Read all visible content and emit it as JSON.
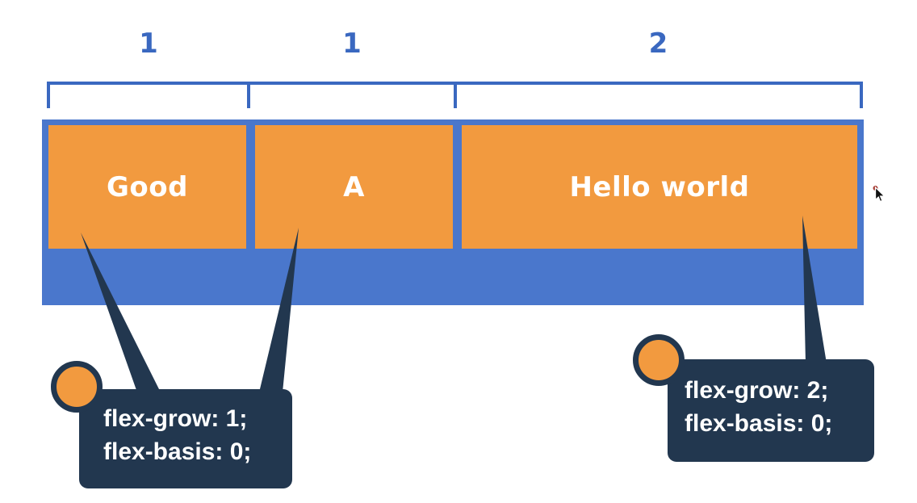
{
  "slide": {
    "description": "flexbox flex-grow / flex-basis demo diagram",
    "brackets": [
      {
        "label": "1"
      },
      {
        "label": "1"
      },
      {
        "label": "2"
      }
    ],
    "flex_items": [
      {
        "text": "Good",
        "flex_grow": "1"
      },
      {
        "text": "A",
        "flex_grow": "1"
      },
      {
        "text": "Hello world",
        "flex_grow": "2"
      }
    ],
    "callouts": [
      {
        "line1": "flex-grow: 1;",
        "line2": "flex-basis: 0;"
      },
      {
        "line1": "flex-grow: 2;",
        "line2": "flex-basis: 0;"
      }
    ],
    "colors": {
      "container_blue": "#4a77cc",
      "bracket_blue": "#3a68c0",
      "item_orange": "#f29a3f",
      "callout_navy": "#22374f",
      "text_white": "#ffffff"
    },
    "cursor": {
      "icon": "arrow-cursor"
    }
  }
}
